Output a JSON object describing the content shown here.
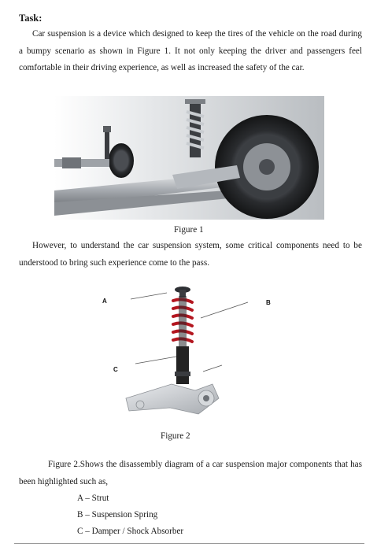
{
  "task_heading": "Task:",
  "paragraph_1": "Car suspension is a device which designed to keep the tires of the vehicle on the road during a bumpy scenario as shown in Figure 1. It not only keeping the driver and passengers feel comfortable in their driving experience, as well as increased the safety of the car.",
  "figure_1_caption": "Figure 1",
  "paragraph_2": "However, to understand the car suspension system, some critical components need to be understood to bring such experience come to the pass.",
  "figure_2": {
    "caption": "Figure 2",
    "label_a": "A",
    "label_b": "B",
    "label_c": "C"
  },
  "paragraph_3": "Figure 2.Shows the disassembly diagram of a car suspension major components that has been highlighted such as,",
  "components": [
    "A – Strut",
    "B – Suspension Spring",
    "C – Damper / Shock Absorber"
  ],
  "colors": {
    "spring_red": "#b3161f",
    "strut_dark": "#222222",
    "control_arm": "#c9cdd2"
  }
}
